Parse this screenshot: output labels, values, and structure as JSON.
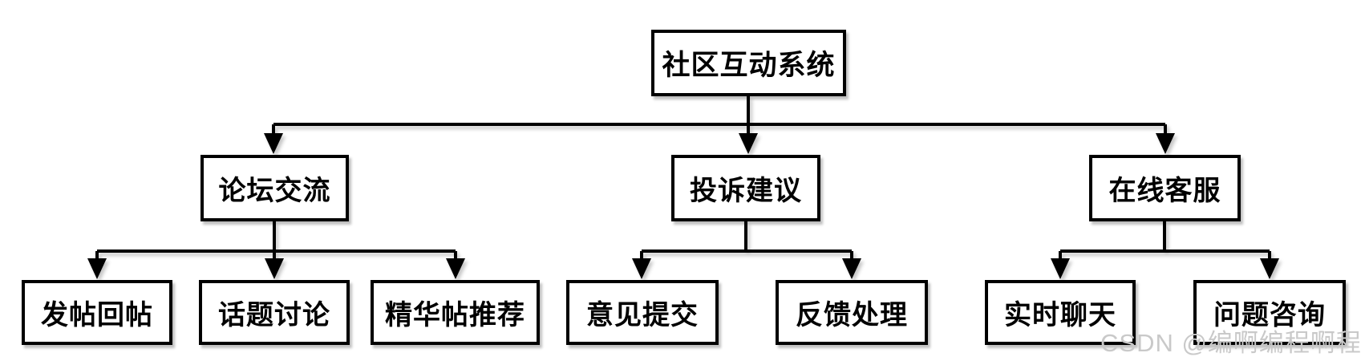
{
  "diagram": {
    "root": {
      "label": "社区互动系统"
    },
    "branches": [
      {
        "label": "论坛交流",
        "children": [
          {
            "label": "发帖回帖"
          },
          {
            "label": "话题讨论"
          },
          {
            "label": "精华帖推荐"
          }
        ]
      },
      {
        "label": "投诉建议",
        "children": [
          {
            "label": "意见提交"
          },
          {
            "label": "反馈处理"
          }
        ]
      },
      {
        "label": "在线客服",
        "children": [
          {
            "label": "实时聊天"
          },
          {
            "label": "问题咨询"
          }
        ]
      }
    ]
  },
  "watermark": {
    "text": "CSDN @编啊编程啊程"
  },
  "colors": {
    "line": "#000000",
    "box_border": "#000000",
    "box_fill": "#ffffff",
    "page_background": "#ffffff",
    "watermark_text": "#c9c9c9"
  }
}
